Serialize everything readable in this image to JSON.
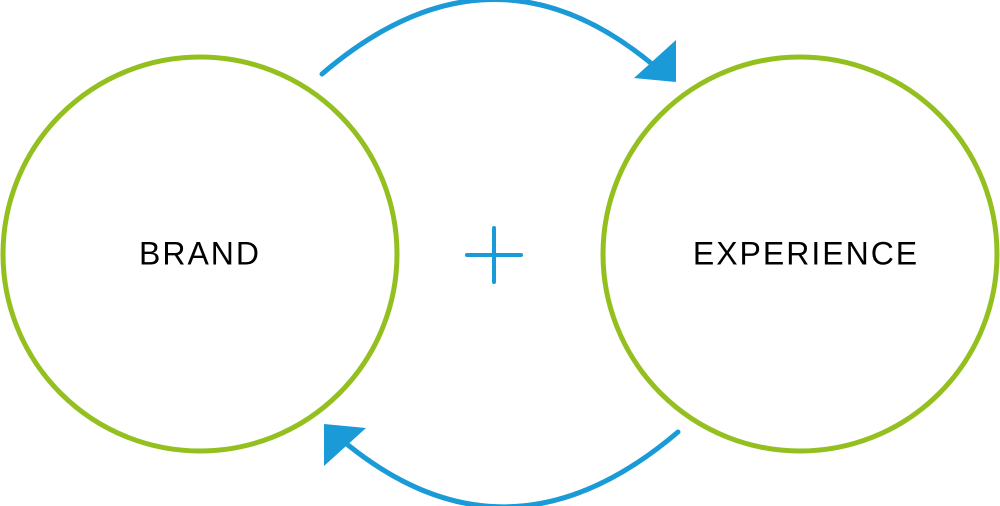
{
  "nodes": [
    {
      "id": "brand",
      "label": "BRAND"
    },
    {
      "id": "experience",
      "label": "EXPERIENCE"
    }
  ],
  "operator": "+",
  "colors": {
    "circle": "#93c01f",
    "arrow": "#1a9ad6",
    "text": "#000000"
  }
}
